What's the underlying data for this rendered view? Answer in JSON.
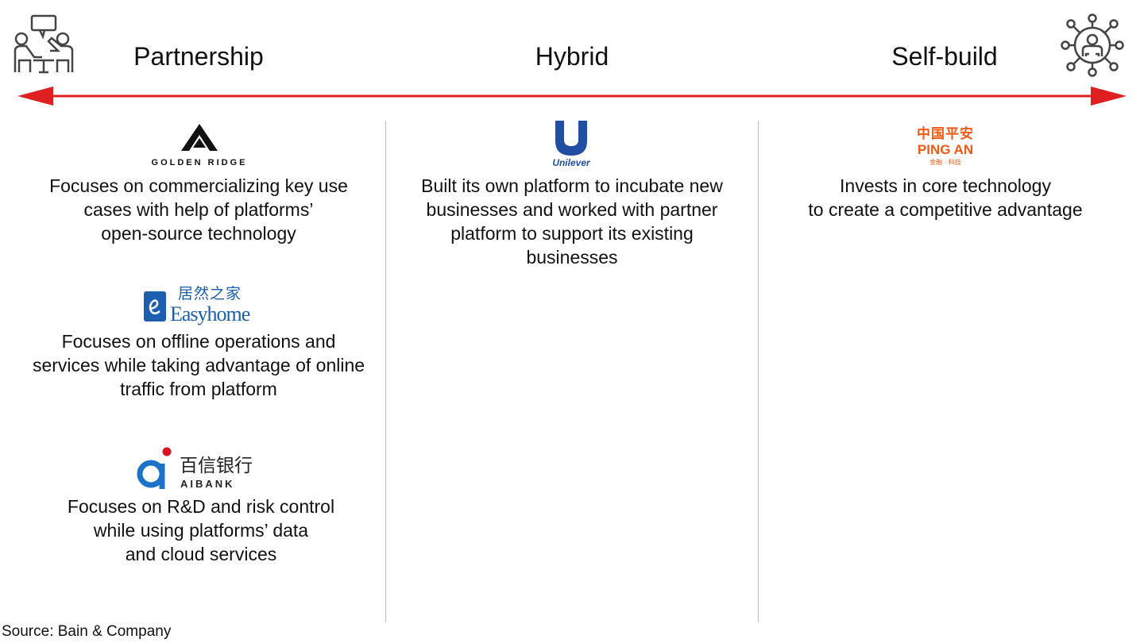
{
  "spectrum": {
    "left_label": "Partnership",
    "center_label": "Hybrid",
    "right_label": "Self-build",
    "arrow_color": "#e02020",
    "left_icon": "meeting-people-icon",
    "right_icon": "network-person-icon"
  },
  "columns": {
    "partnership": [
      {
        "company": "GOLDEN RIDGE",
        "text": "Focuses on commercializing key use\ncases with help of platforms’\nopen-source technology"
      },
      {
        "company": "Easyhome",
        "company_cn": "居然之家",
        "text": "Focuses on offline operations and\nservices while taking advantage of online\ntraffic from platform"
      },
      {
        "company": "AIBANK",
        "company_cn": "百信银行",
        "text": "Focuses on R&D and risk control\nwhile using platforms’ data\nand cloud services"
      }
    ],
    "hybrid": [
      {
        "company": "Unilever",
        "text": "Built its own platform to incubate new\nbusinesses and worked with partner\nplatform to support its existing\nbusinesses"
      }
    ],
    "self_build": [
      {
        "company": "PING AN",
        "company_cn": "中国平安",
        "tagline_cn": "金融 · 科技",
        "text": "Invests in core technology\nto create a competitive advantage"
      }
    ]
  },
  "source": "Source: Bain & Company",
  "colors": {
    "pingan": "#f05a14",
    "easyhome": "#1b5fae",
    "aibank": "#1a73c9",
    "aibank_dot": "#d9141e",
    "unilever": "#1f4ea3"
  }
}
